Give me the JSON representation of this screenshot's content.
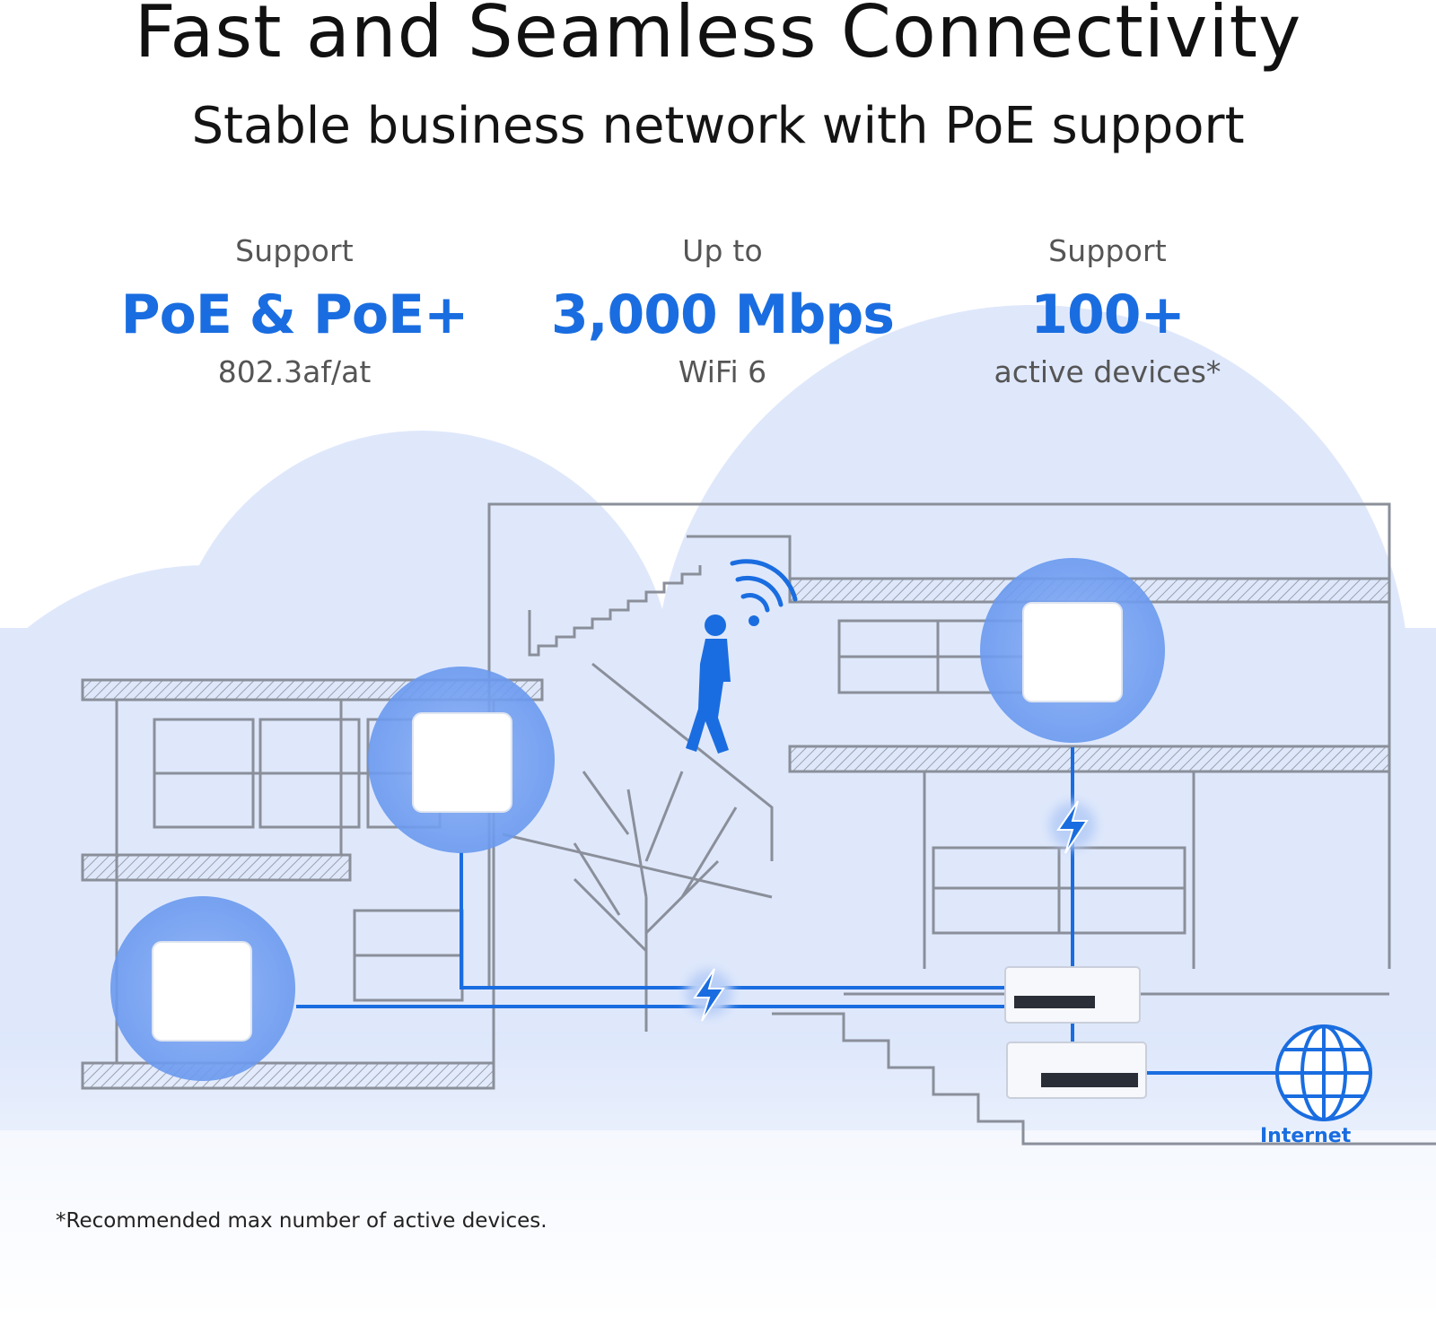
{
  "header": {
    "title": "Fast and Seamless Connectivity",
    "subtitle": "Stable business network with PoE support"
  },
  "stats": [
    {
      "label": "Support",
      "value": "PoE & PoE+",
      "note": "802.3af/at"
    },
    {
      "label": "Up to",
      "value": "3,000 Mbps",
      "note": "WiFi 6"
    },
    {
      "label": "Support",
      "value": "100+",
      "note": "active devices*"
    }
  ],
  "diagram": {
    "internet_label": "Internet",
    "icons": [
      "access-point-icon",
      "poe-bolt-icon",
      "wifi-icon",
      "person-icon",
      "globe-icon",
      "switch-icon",
      "router-icon"
    ]
  },
  "footnote": "*Recommended max number of active devices.",
  "colors": {
    "accent": "#1a6de0",
    "cloud": "#dbe6fb",
    "line_art": "#8a8f9a",
    "glow": "#6f9cf0"
  }
}
